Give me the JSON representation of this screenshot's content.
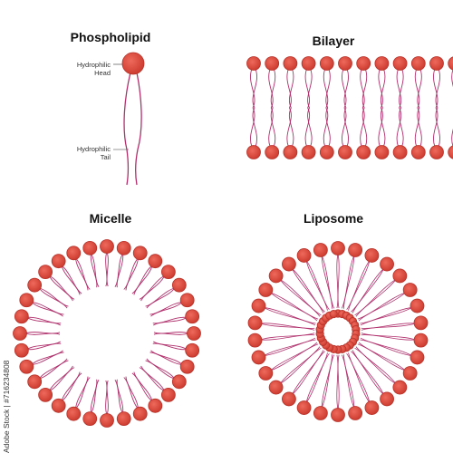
{
  "panels": {
    "phospholipid": {
      "title": "Phospholipid",
      "head_label_line1": "Hydrophilic",
      "head_label_line2": "Head",
      "tail_label_line1": "Hydrophilic",
      "tail_label_line2": "Tail"
    },
    "bilayer": {
      "title": "Bilayer",
      "columns": 12
    },
    "micelle": {
      "title": "Micelle",
      "molecules": 32
    },
    "liposome": {
      "title": "Liposome",
      "outer_molecules": 30,
      "inner_molecules": 26
    }
  },
  "watermark_id": "Adobe Stock | #716234808",
  "colors": {
    "head_fill": "#d9473a",
    "head_stroke": "#b8322a",
    "tail": "#b0306c",
    "background": "#ffffff"
  }
}
